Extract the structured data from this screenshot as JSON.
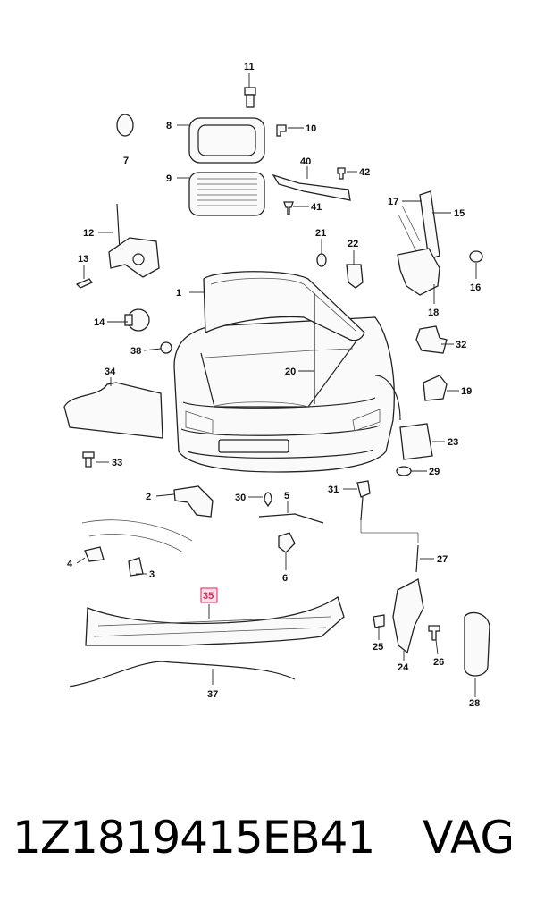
{
  "callouts": [
    {
      "id": "c1",
      "text": "1"
    },
    {
      "id": "c2",
      "text": "2"
    },
    {
      "id": "c3",
      "text": "3"
    },
    {
      "id": "c4",
      "text": "4"
    },
    {
      "id": "c5",
      "text": "5"
    },
    {
      "id": "c6",
      "text": "6"
    },
    {
      "id": "c7",
      "text": "7"
    },
    {
      "id": "c8",
      "text": "8"
    },
    {
      "id": "c9",
      "text": "9"
    },
    {
      "id": "c10",
      "text": "10"
    },
    {
      "id": "c11",
      "text": "11"
    },
    {
      "id": "c12",
      "text": "12"
    },
    {
      "id": "c13",
      "text": "13"
    },
    {
      "id": "c14",
      "text": "14"
    },
    {
      "id": "c15",
      "text": "15"
    },
    {
      "id": "c16",
      "text": "16"
    },
    {
      "id": "c17",
      "text": "17"
    },
    {
      "id": "c18",
      "text": "18"
    },
    {
      "id": "c19",
      "text": "19"
    },
    {
      "id": "c20",
      "text": "20"
    },
    {
      "id": "c21",
      "text": "21"
    },
    {
      "id": "c22",
      "text": "22"
    },
    {
      "id": "c23",
      "text": "23"
    },
    {
      "id": "c24",
      "text": "24"
    },
    {
      "id": "c25",
      "text": "25"
    },
    {
      "id": "c26",
      "text": "26"
    },
    {
      "id": "c27",
      "text": "27"
    },
    {
      "id": "c28",
      "text": "28"
    },
    {
      "id": "c29",
      "text": "29"
    },
    {
      "id": "c30",
      "text": "30"
    },
    {
      "id": "c31",
      "text": "31"
    },
    {
      "id": "c32",
      "text": "32"
    },
    {
      "id": "c33",
      "text": "33"
    },
    {
      "id": "c34",
      "text": "34"
    },
    {
      "id": "c35",
      "text": "35",
      "highlighted": true
    },
    {
      "id": "c37",
      "text": "37"
    },
    {
      "id": "c38",
      "text": "38"
    },
    {
      "id": "c40",
      "text": "40"
    },
    {
      "id": "c41",
      "text": "41"
    },
    {
      "id": "c42",
      "text": "42"
    }
  ],
  "highlight_color": "#e0245e",
  "footer": {
    "part_number": "1Z1819415EB41",
    "brand": "VAG"
  }
}
